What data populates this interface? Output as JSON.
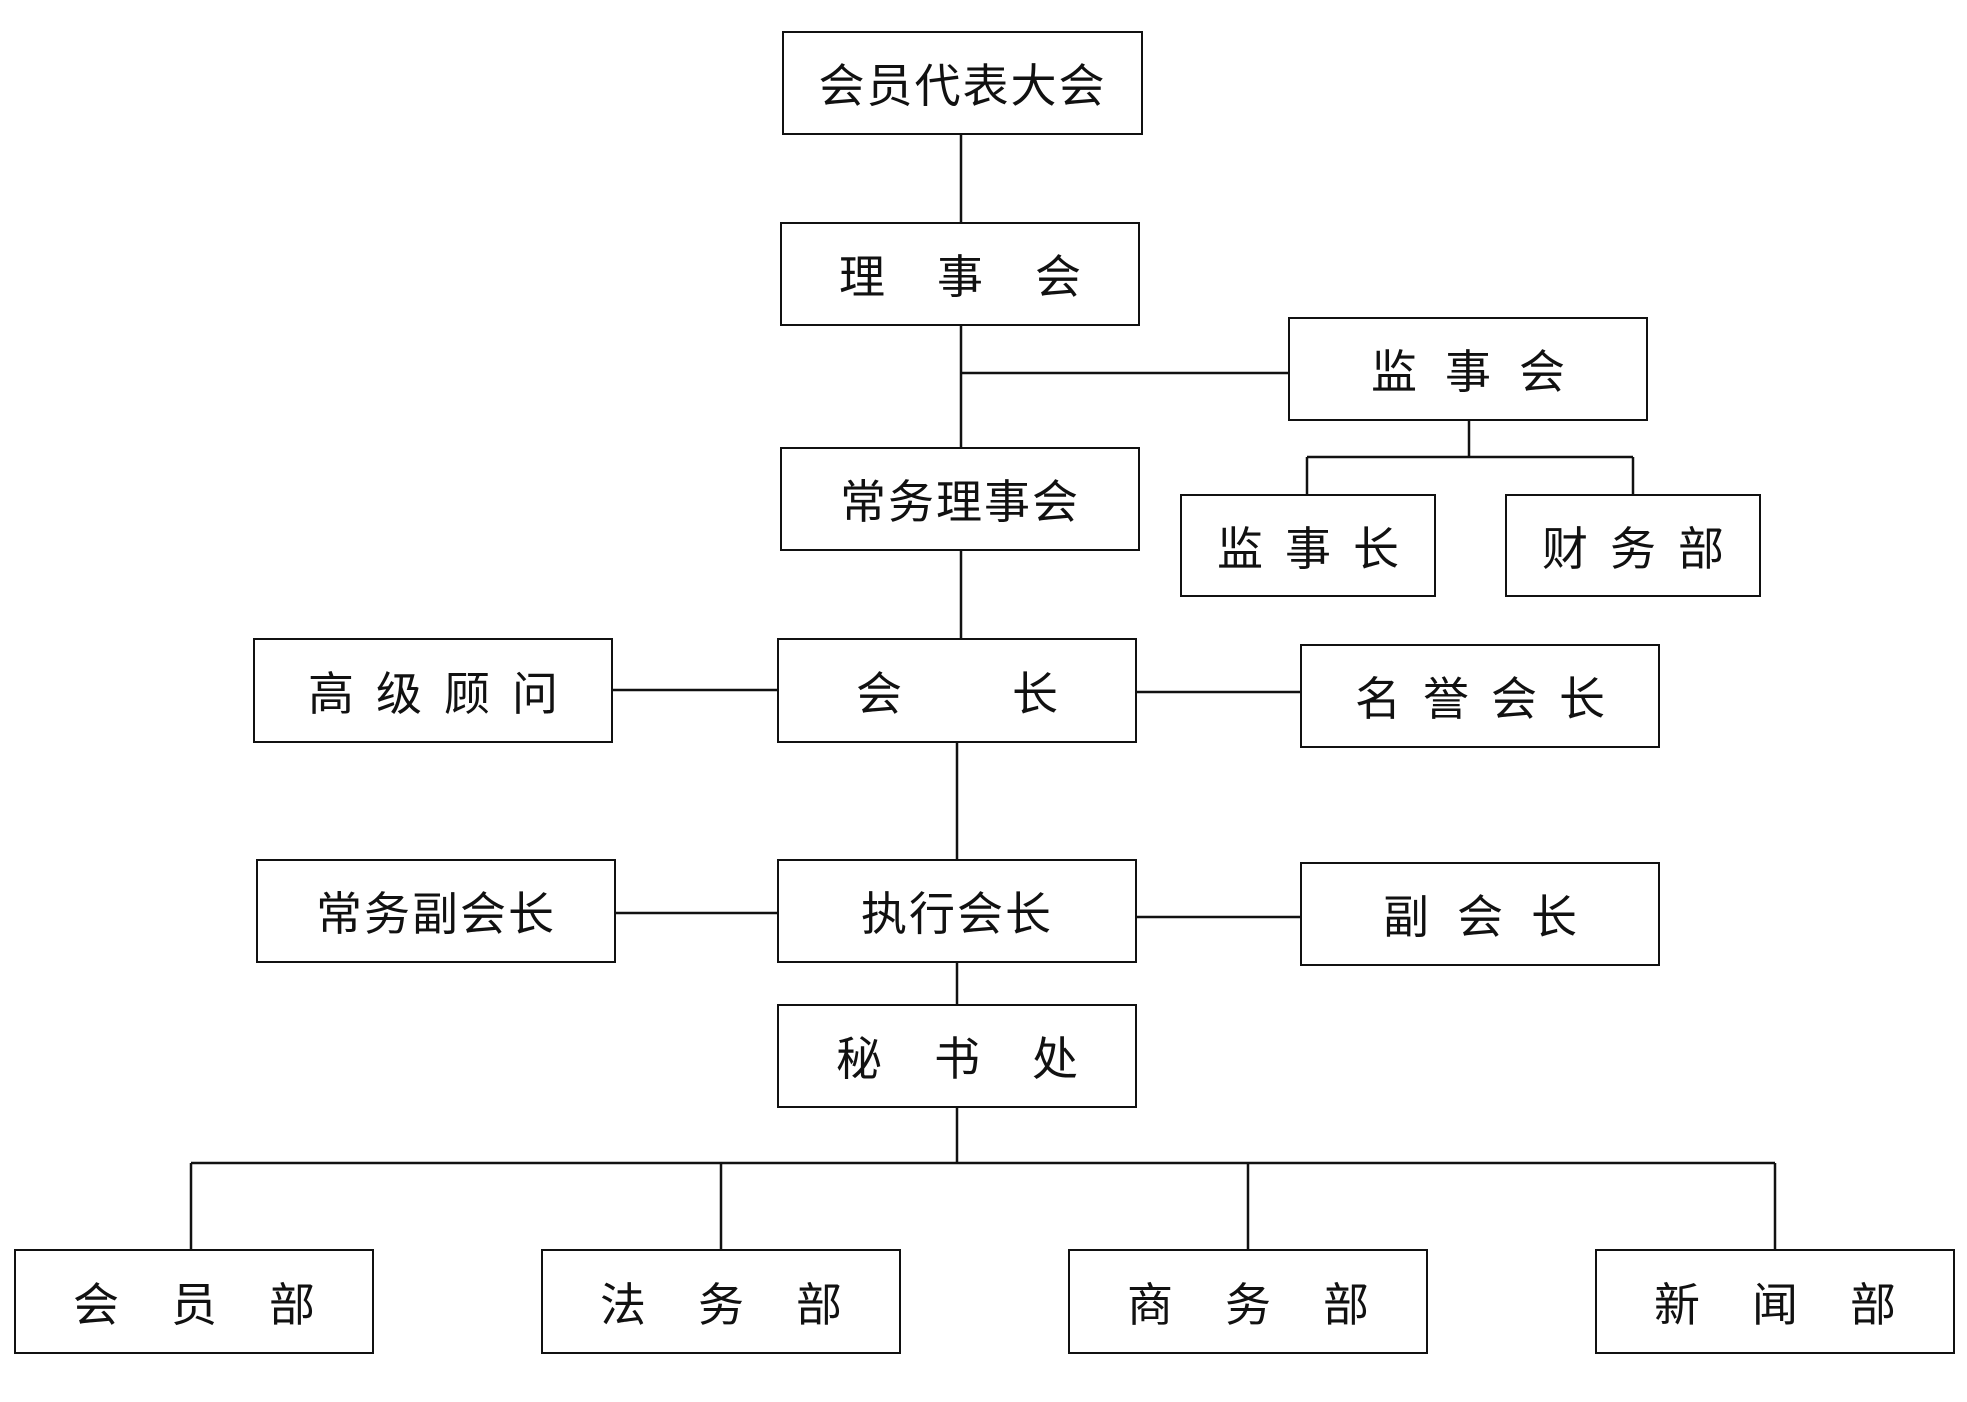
{
  "nodes": {
    "congress": "会员代表大会",
    "council": "理事会",
    "supervisory_board": "监事会",
    "standing_council": "常务理事会",
    "chief_supervisor": "监事长",
    "finance_dept": "财务部",
    "senior_advisor": "高级顾问",
    "president": "会长",
    "honorary_president": "名誉会长",
    "standing_vice_president": "常务副会长",
    "executive_president": "执行会长",
    "vice_president": "副会长",
    "secretariat": "秘书处",
    "membership_dept": "会员部",
    "legal_dept": "法务部",
    "business_dept": "商务部",
    "news_dept": "新闻部"
  }
}
